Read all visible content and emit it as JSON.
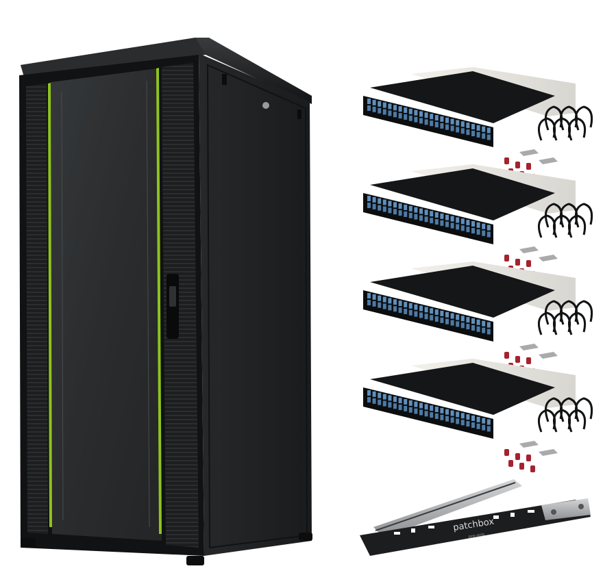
{
  "product": {
    "rail_brand": "patchbox",
    "rail_sub": "pro-grip"
  },
  "colors": {
    "cabinet": "#1c1d1f",
    "cabinet_dark": "#0e0f10",
    "door_glass": "#2a2c2e",
    "accent": "#8fc31f",
    "panel_body": "#151617",
    "panel_cover": "#e8e6e0",
    "connector": "#5f8fbd",
    "plug": "#a3232f",
    "rail_metal": "#b8b9bb"
  },
  "items": {
    "patch_panel_count": 4
  }
}
